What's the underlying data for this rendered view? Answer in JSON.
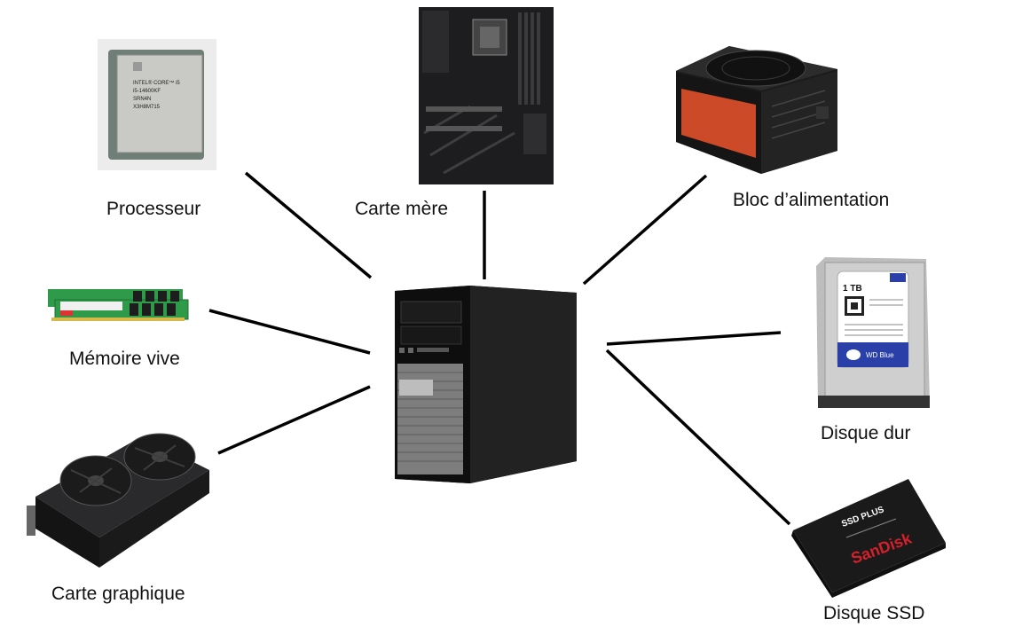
{
  "diagram": {
    "center": "computer-tower",
    "components": [
      {
        "id": "cpu",
        "label": "Processeur"
      },
      {
        "id": "motherboard",
        "label": "Carte mère"
      },
      {
        "id": "psu",
        "label": "Bloc d’alimentation"
      },
      {
        "id": "ram",
        "label": "Mémoire vive"
      },
      {
        "id": "hdd",
        "label": "Disque dur"
      },
      {
        "id": "gpu",
        "label": "Carte graphique"
      },
      {
        "id": "ssd",
        "label": "Disque SSD"
      }
    ]
  },
  "product_text": {
    "cpu_lines": [
      "INTEL® CORE™ i5",
      "i5-14600KF",
      "SRN4N",
      "X3H8M715"
    ],
    "hdd_capacity": "1 TB",
    "hdd_brand": "WD Blue",
    "ssd_model": "SSD PLUS",
    "ssd_brand": "SanDisk"
  },
  "colors": {
    "line": "#000000",
    "ram_pcb": "#2f9a4a",
    "psu_accent": "#e0502a",
    "wd_label": "#2a3fa8",
    "sandisk_red": "#d4202a"
  }
}
